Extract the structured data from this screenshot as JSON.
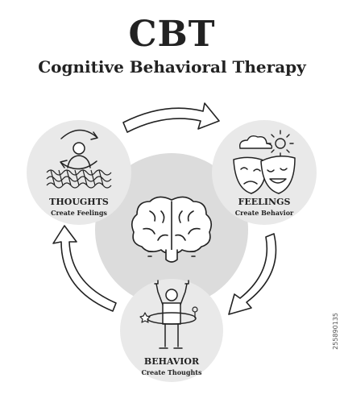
{
  "header": {
    "title": "CBT",
    "subtitle": "Cognitive Behavioral Therapy"
  },
  "nodes": {
    "thoughts": {
      "label": "THOUGHTS",
      "sub": "Create Feelings"
    },
    "feelings": {
      "label": "FEELINGS",
      "sub": "Create Behavior"
    },
    "behavior": {
      "label": "BEHAVIOR",
      "sub": "Create Thoughts"
    }
  },
  "stock_id": "255890135",
  "colors": {
    "background": "#ffffff",
    "ink": "#222222",
    "node_fill": "#e9e9e9",
    "center_fill": "#dcdcdc"
  },
  "icons": [
    "cycle-head-icon",
    "wave-icon",
    "cloud-icon",
    "sun-icon",
    "sad-mask-icon",
    "happy-mask-icon",
    "brain-icon",
    "person-icon",
    "star-icon"
  ]
}
